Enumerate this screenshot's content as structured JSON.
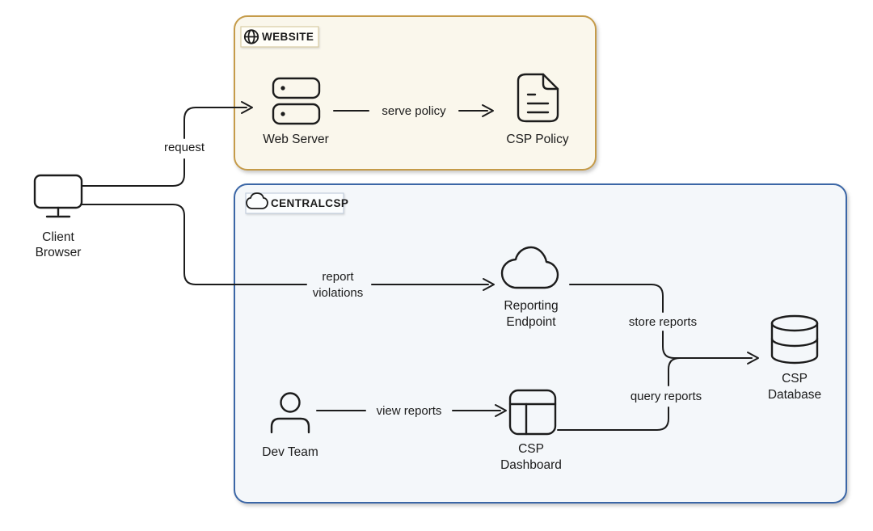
{
  "colors": {
    "canvas_bg": "#ffffff",
    "line": "#1c1c1c",
    "website_fill": "#faf7ec",
    "website_border": "#c59b48",
    "website_label_fill": "#fffef8",
    "website_label_border": "#d9cda4",
    "centralcsp_fill": "#f4f7fa",
    "centralcsp_border": "#3a66a6",
    "centralcsp_label_fill": "#fbfdfe",
    "centralcsp_label_border": "#c3cedc"
  },
  "groups": {
    "website": {
      "label": "WEBSITE",
      "icon": "globe-icon"
    },
    "centralcsp": {
      "label": "CENTRALCSP",
      "icon": "cloud-icon"
    }
  },
  "nodes": {
    "client_browser": {
      "label_line1": "Client",
      "label_line2": "Browser",
      "icon": "monitor-icon"
    },
    "web_server": {
      "label": "Web Server",
      "icon": "server-icon"
    },
    "csp_policy": {
      "label": "CSP Policy",
      "icon": "document-icon"
    },
    "reporting_endpoint": {
      "label_line1": "Reporting",
      "label_line2": "Endpoint",
      "icon": "cloud-icon"
    },
    "csp_database": {
      "label_line1": "CSP",
      "label_line2": "Database",
      "icon": "database-icon"
    },
    "dev_team": {
      "label": "Dev Team",
      "icon": "person-icon"
    },
    "csp_dashboard": {
      "label_line1": "CSP",
      "label_line2": "Dashboard",
      "icon": "dashboard-icon"
    }
  },
  "edges": {
    "request": {
      "label": "request",
      "from": "client_browser",
      "to": "web_server"
    },
    "serve_policy": {
      "label": "serve policy",
      "from": "web_server",
      "to": "csp_policy"
    },
    "report_violations": {
      "label_line1": "report",
      "label_line2": "violations",
      "from": "client_browser",
      "to": "reporting_endpoint"
    },
    "store_reports": {
      "label": "store reports",
      "from": "reporting_endpoint",
      "to": "csp_database"
    },
    "view_reports": {
      "label": "view reports",
      "from": "dev_team",
      "to": "csp_dashboard"
    },
    "query_reports": {
      "label": "query reports",
      "from": "csp_dashboard",
      "to": "csp_database"
    }
  }
}
